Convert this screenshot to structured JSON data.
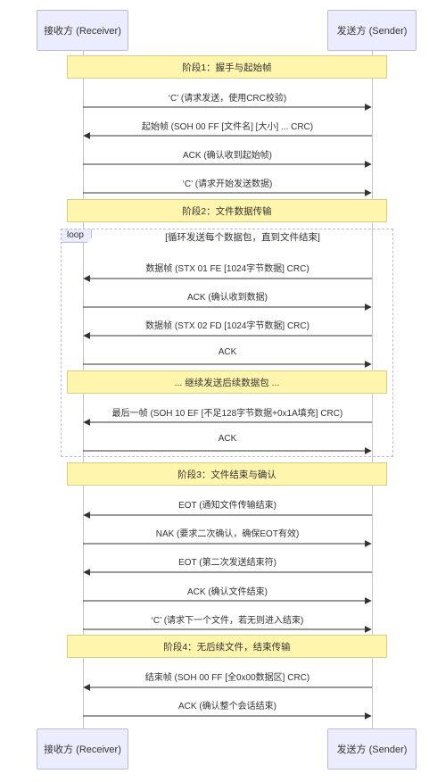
{
  "participants": {
    "receiver": "接收方 (Receiver)",
    "sender": "发送方 (Sender)"
  },
  "phases": {
    "p1": "阶段1：握手与起始帧",
    "p2": "阶段2：文件数据传输",
    "p3": "阶段3：文件结束与确认",
    "p4": "阶段4：无后续文件，结束传输"
  },
  "loop": {
    "tag": "loop",
    "title": "[循环发送每个数据包，直到文件结束]",
    "continue_note": "... 继续发送后续数据包 ..."
  },
  "messages": [
    {
      "text": "‘C’ (请求发送，使用CRC校验)",
      "dir": "right"
    },
    {
      "text": "起始帧 (SOH 00 FF [文件名] [大小] ... CRC)",
      "dir": "left"
    },
    {
      "text": "ACK (确认收到起始帧)",
      "dir": "right"
    },
    {
      "text": "‘C’ (请求开始发送数据)",
      "dir": "right"
    },
    {
      "text": "数据帧 (STX 01 FE [1024字节数据] CRC)",
      "dir": "left"
    },
    {
      "text": "ACK (确认收到数据)",
      "dir": "right"
    },
    {
      "text": "数据帧 (STX 02 FD [1024字节数据] CRC)",
      "dir": "left"
    },
    {
      "text": "ACK",
      "dir": "right"
    },
    {
      "text": "最后一帧 (SOH 10 EF [不足128字节数据+0x1A填充] CRC)",
      "dir": "left"
    },
    {
      "text": "ACK",
      "dir": "right"
    },
    {
      "text": "EOT (通知文件传输结束)",
      "dir": "left"
    },
    {
      "text": "NAK (要求二次确认，确保EOT有效)",
      "dir": "right"
    },
    {
      "text": "EOT (第二次发送结束符)",
      "dir": "left"
    },
    {
      "text": "ACK (确认文件结束)",
      "dir": "right"
    },
    {
      "text": "‘C’ (请求下一个文件，若无则进入结束)",
      "dir": "right"
    },
    {
      "text": "结束帧 (SOH 00 FF [全0x00数据区] CRC)",
      "dir": "left"
    },
    {
      "text": "ACK (确认整个会话结束)",
      "dir": "right"
    }
  ]
}
